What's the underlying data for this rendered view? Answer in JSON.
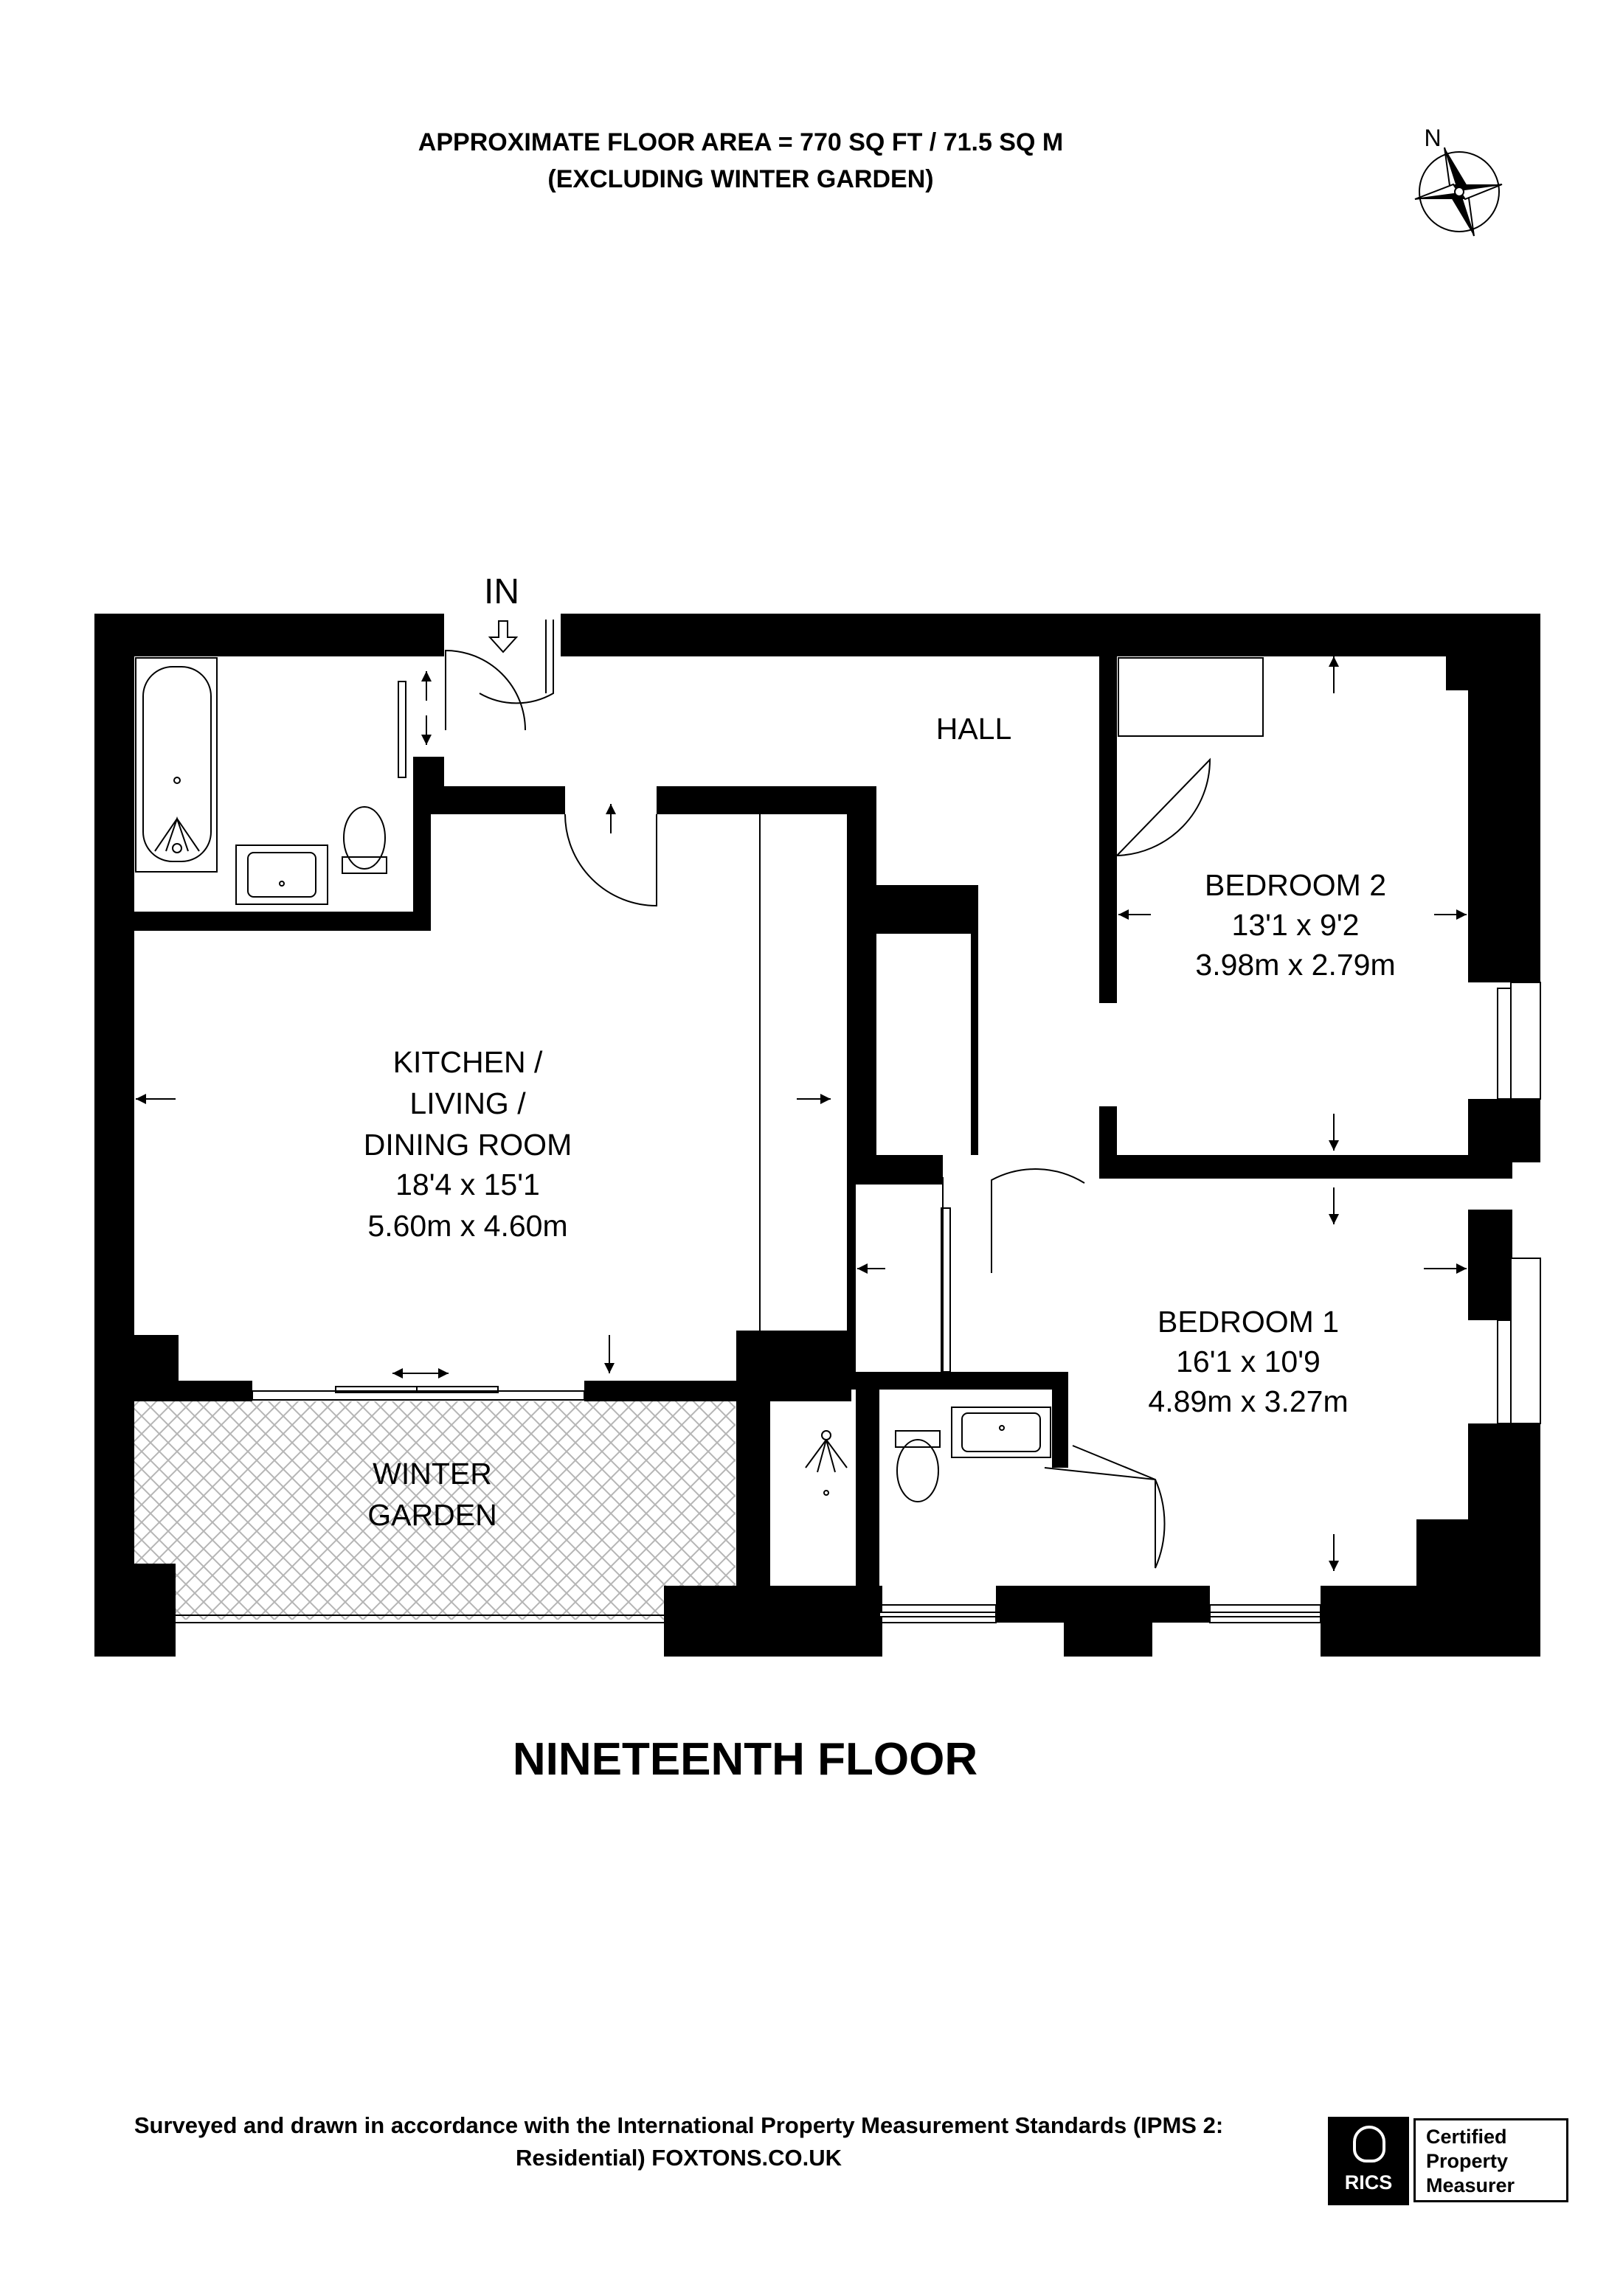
{
  "header": {
    "area_line1": "APPROXIMATE FLOOR AREA = 770 SQ FT / 71.5 SQ M",
    "area_line2": "(EXCLUDING WINTER GARDEN)"
  },
  "compass": {
    "label": "N"
  },
  "entrance": {
    "label": "IN"
  },
  "rooms": {
    "hall": {
      "name": "HALL"
    },
    "bedroom2": {
      "name": "BEDROOM 2",
      "imperial": "13'1 x 9'2",
      "metric": "3.98m x 2.79m"
    },
    "kitchen": {
      "name_line1": "KITCHEN /",
      "name_line2": "LIVING /",
      "name_line3": "DINING ROOM",
      "imperial": "18'4 x 15'1",
      "metric": "5.60m x 4.60m"
    },
    "bedroom1": {
      "name": "BEDROOM 1",
      "imperial": "16'1 x 10'9",
      "metric": "4.89m x 3.27m"
    },
    "winter_garden": {
      "name_line1": "WINTER",
      "name_line2": "GARDEN"
    }
  },
  "floor_name": "NINETEENTH FLOOR",
  "footer": {
    "line1": "Surveyed and drawn in accordance with the International Property Measurement Standards (IPMS 2:",
    "line2": "Residential) FOXTONS.CO.UK"
  },
  "badge": {
    "logo_text": "RICS",
    "line1": "Certified",
    "line2": "Property",
    "line3": "Measurer"
  }
}
